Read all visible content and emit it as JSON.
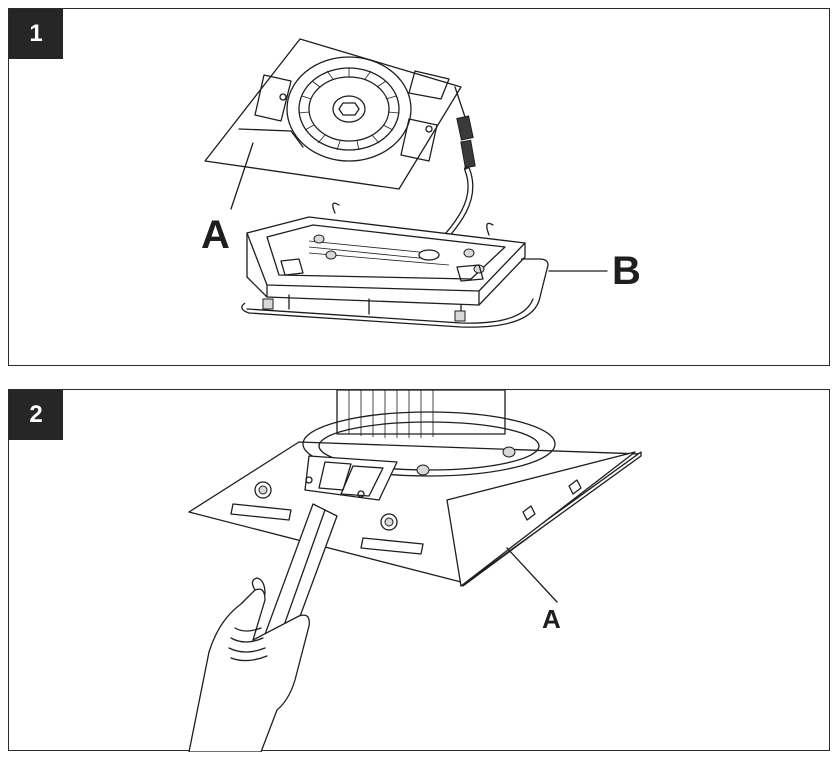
{
  "steps": [
    {
      "number": "1",
      "callouts": {
        "a": "A",
        "b": "B"
      }
    },
    {
      "number": "2",
      "callouts": {
        "a": "A"
      }
    }
  ]
}
